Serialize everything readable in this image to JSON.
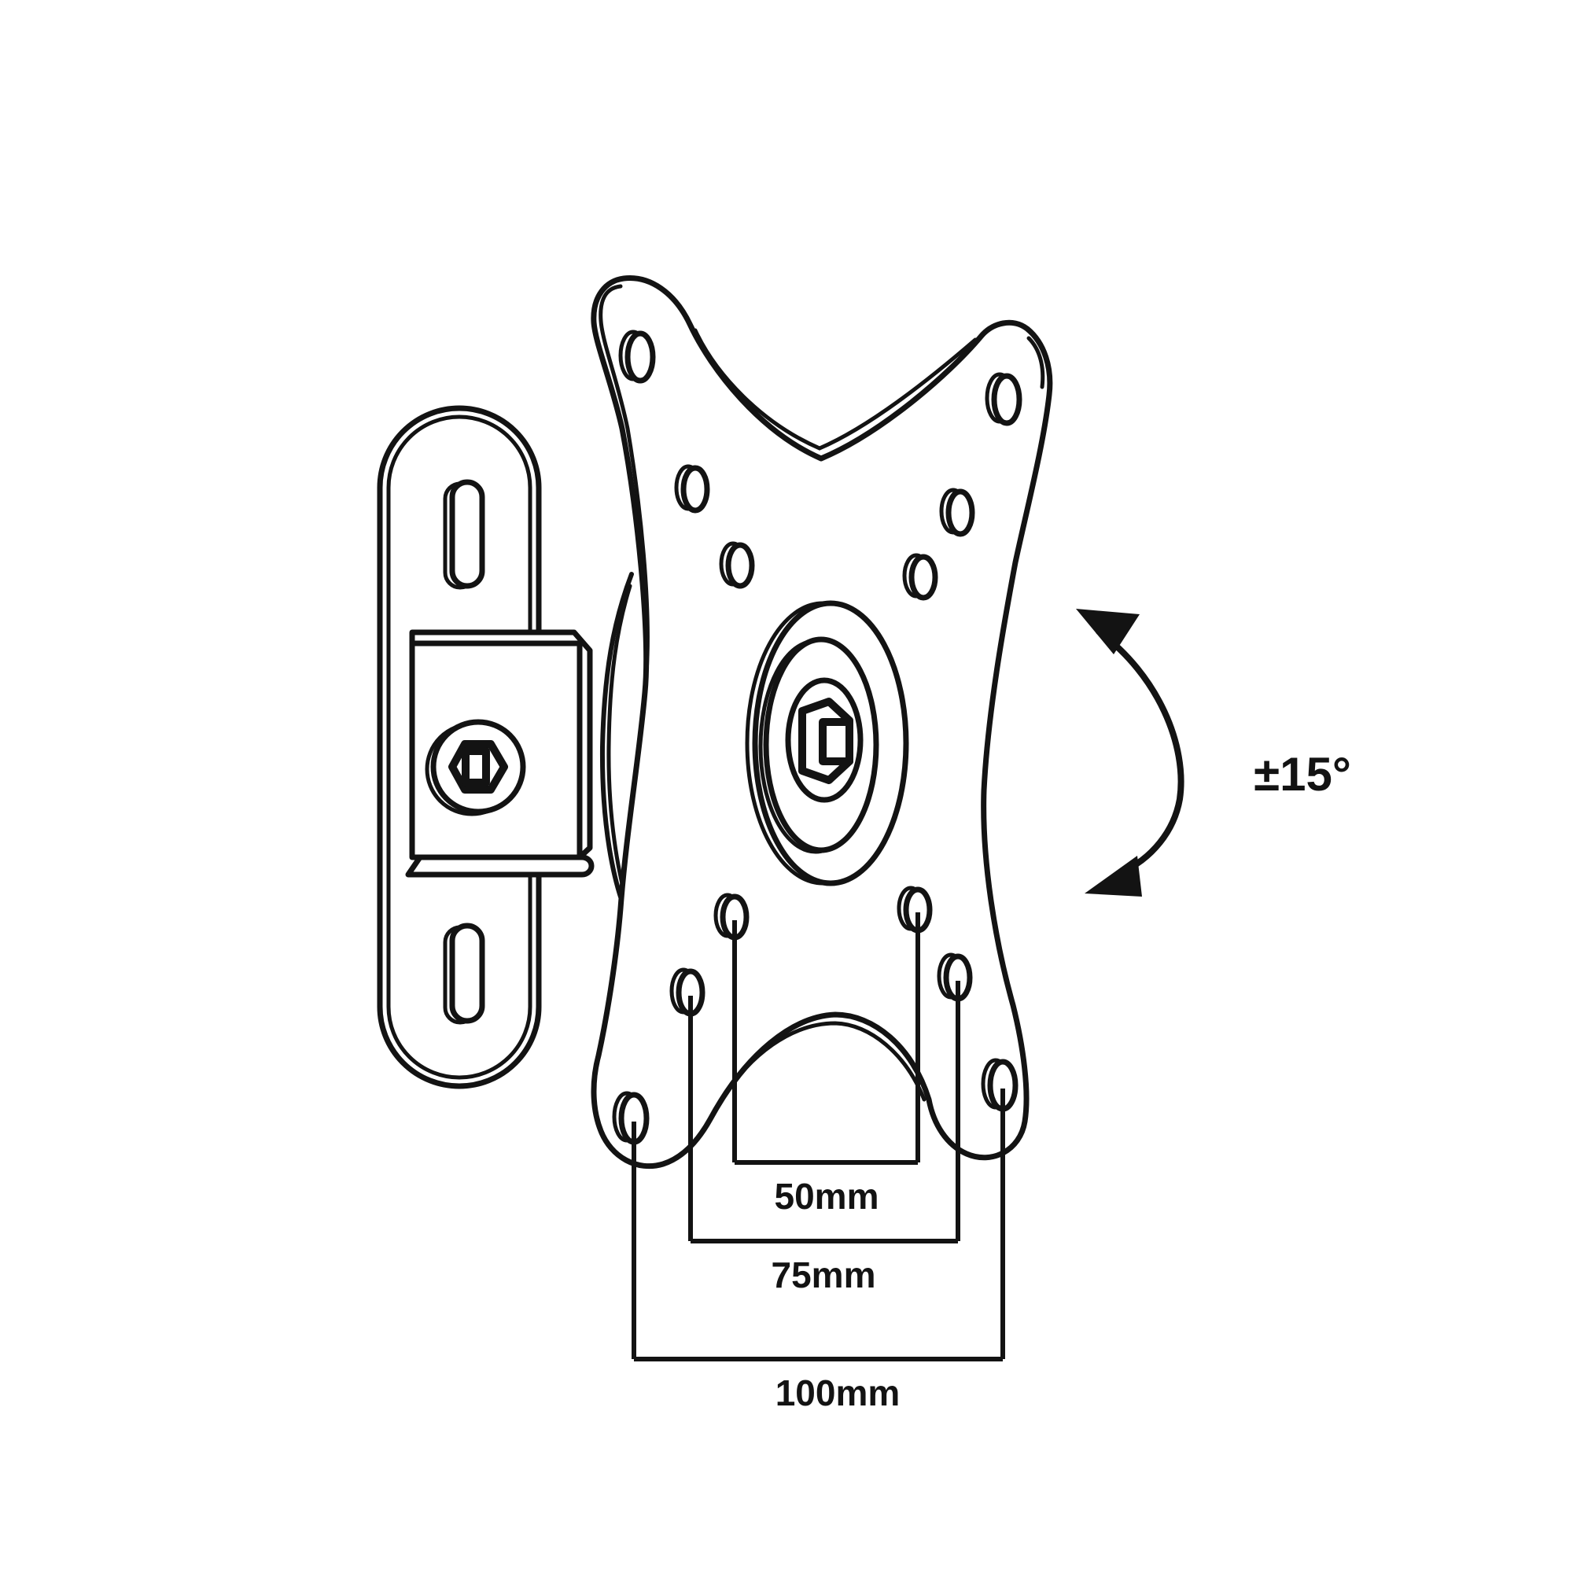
{
  "figure": {
    "type": "technical-line-drawing",
    "subject": "VESA monitor wall-mount bracket with tilt mechanism",
    "background_color": "#ffffff",
    "line_color": "#131313",
    "labels": {
      "vesa_50": "50mm",
      "vesa_75": "75mm",
      "vesa_100": "100mm",
      "tilt_angle": "±15°"
    },
    "annotations": [
      {
        "name": "hole-spacing-50",
        "value": "50mm"
      },
      {
        "name": "hole-spacing-75",
        "value": "75mm"
      },
      {
        "name": "hole-spacing-100",
        "value": "100mm"
      },
      {
        "name": "tilt-range",
        "value": "±15°"
      }
    ]
  }
}
